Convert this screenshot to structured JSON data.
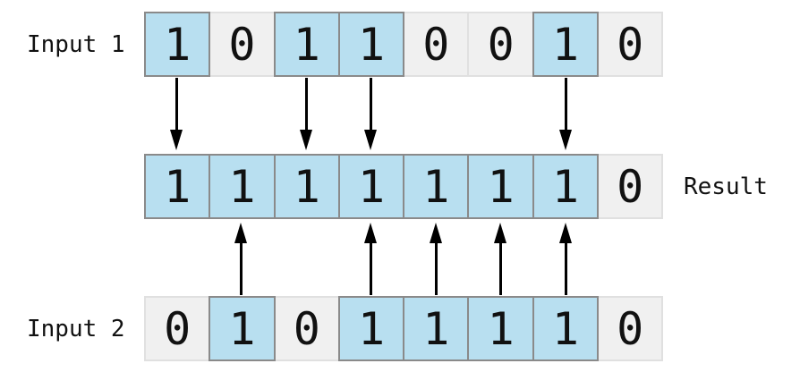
{
  "diagram": {
    "rows": [
      {
        "id": "input1",
        "label": "Input 1",
        "label_side": "left",
        "bits": [
          1,
          0,
          1,
          1,
          0,
          0,
          1,
          0
        ]
      },
      {
        "id": "result",
        "label": "Result",
        "label_side": "right",
        "bits": [
          1,
          1,
          1,
          1,
          1,
          1,
          1,
          0
        ]
      },
      {
        "id": "input2",
        "label": "Input 2",
        "label_side": "left",
        "bits": [
          0,
          1,
          0,
          1,
          1,
          1,
          1,
          0
        ]
      }
    ],
    "arrows": [
      {
        "from": "input1",
        "to": "result",
        "direction": "down",
        "columns": [
          0,
          2,
          3,
          6
        ]
      },
      {
        "from": "input2",
        "to": "result",
        "direction": "up",
        "columns": [
          1,
          3,
          4,
          5,
          6
        ]
      }
    ],
    "colors": {
      "one_fill": "#b8dff0",
      "one_border": "#8a8a8a",
      "zero_fill": "#f0f0f0",
      "zero_border": "#e0e0e0",
      "arrow": "#000000",
      "text": "#111111",
      "background": "#ffffff"
    }
  }
}
